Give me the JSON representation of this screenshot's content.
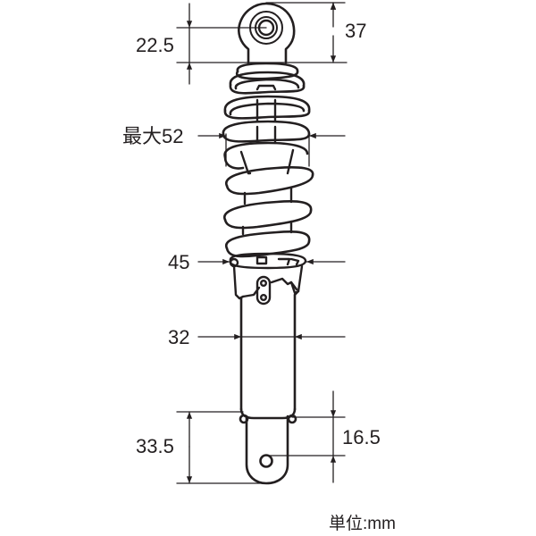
{
  "diagram": {
    "subject": "rear shock absorber with coil spring",
    "line_color": "#231f20",
    "background": "#ffffff"
  },
  "dimensions": {
    "top_eye_center": {
      "label": "22.5"
    },
    "top_eye_overall": {
      "label": "37"
    },
    "spring_max_diameter": {
      "label": "最大52"
    },
    "spring_seat_diameter": {
      "label": "45"
    },
    "body_diameter": {
      "label": "32"
    },
    "bottom_eye_overall": {
      "label": "33.5"
    },
    "bottom_eye_center": {
      "label": "16.5"
    }
  },
  "unit_note": {
    "label": "単位:mm"
  }
}
